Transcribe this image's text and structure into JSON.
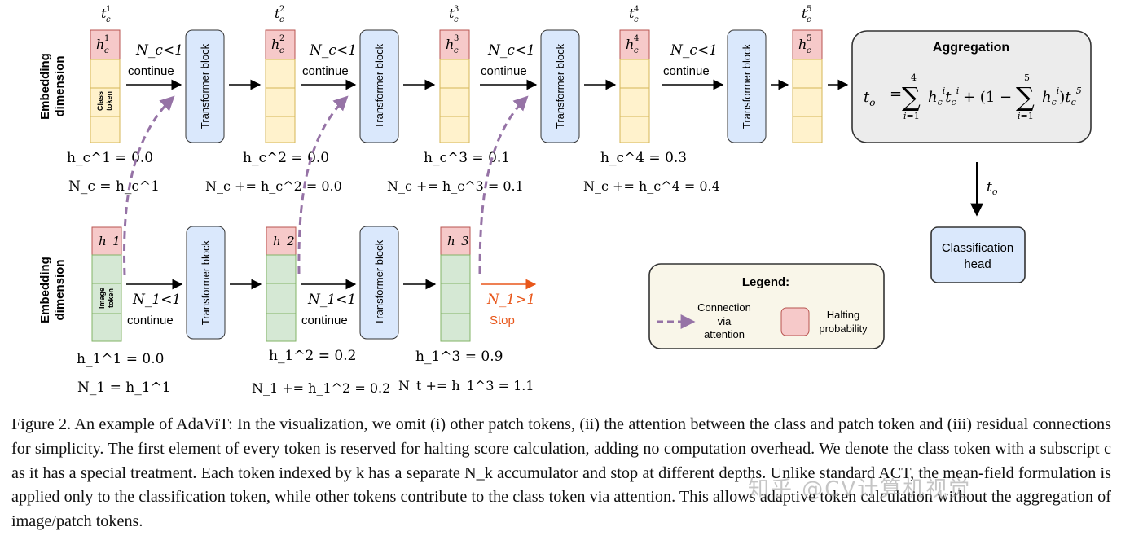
{
  "side_labels": {
    "embedding_dimension": [
      "Embedding",
      "dimension"
    ]
  },
  "class_row": {
    "tokens": [
      {
        "t": "t",
        "sup": "1",
        "sub": "c",
        "h_base": "h",
        "h_sub": "c",
        "h_sup": "1"
      },
      {
        "t": "t",
        "sup": "2",
        "sub": "c",
        "h_base": "h",
        "h_sub": "c",
        "h_sup": "2"
      },
      {
        "t": "t",
        "sup": "3",
        "sub": "c",
        "h_base": "h",
        "h_sub": "c",
        "h_sup": "3"
      },
      {
        "t": "t",
        "sup": "4",
        "sub": "c",
        "h_base": "h",
        "h_sub": "c",
        "h_sup": "4"
      },
      {
        "t": "t",
        "sup": "5",
        "sub": "c",
        "h_base": "h",
        "h_sub": "c",
        "h_sup": "5"
      }
    ],
    "token_label": [
      "Class",
      "token"
    ],
    "conditions": [
      "N_c<1",
      "N_c<1",
      "N_c<1",
      "N_c<1"
    ],
    "continue_label": "continue",
    "block_label": "Transformer block",
    "halting_values": [
      "h_c^1 = 0.0",
      "h_c^2 = 0.0",
      "h_c^3 = 0.1",
      "h_c^4 = 0.3"
    ],
    "accumulators": [
      "N_c = h_c^1",
      "N_c += h_c^2 = 0.0",
      "N_c += h_c^3 = 0.1",
      "N_c += h_c^4 = 0.4"
    ]
  },
  "image_row": {
    "halting_labels": [
      "h_1",
      "h_2",
      "h_3"
    ],
    "token_label": [
      "Image",
      "token"
    ],
    "conditions": [
      "N_1<1",
      "N_1<1"
    ],
    "continue_label": "continue",
    "stop_condition": "N_1>1",
    "stop_label": "Stop",
    "halting_values": [
      "h_1^1 = 0.0",
      "h_1^2 = 0.2",
      "h_1^3 = 0.9"
    ],
    "accumulators": [
      "N_1 = h_1^1",
      "N_1 += h_1^2 = 0.2",
      "N_t += h_1^3 = 1.1"
    ]
  },
  "aggregation": {
    "title": "Aggregation",
    "formula": "t_o = Σ_{i=1}^{4} h_c^i t_c^i + (1 − Σ_{i=1}^{5} h_c^i) t_c^5",
    "output_label": "t_o"
  },
  "classification_head": [
    "Classification",
    "head"
  ],
  "legend": {
    "title": "Legend:",
    "connection_label": [
      "Connection",
      "via",
      "attention"
    ],
    "halting_label": [
      "Halting",
      "probability"
    ]
  },
  "colors": {
    "pink": "#f6c9c9",
    "pink_border": "#b85450",
    "yellow": "#fff2cc",
    "yellow_border": "#d6b656",
    "green": "#d5e8d4",
    "green_border": "#82b366",
    "blue": "#dae8fc",
    "blue_border": "#6c8ebf",
    "purple": "#9673a6",
    "orange": "#e8571b",
    "agg_fill": "#ececec",
    "legend_fill": "#f9f6e9"
  },
  "caption": "Figure 2. An example of AdaViT: In the visualization, we omit (i) other patch tokens, (ii) the attention between the class and patch token and (iii) residual connections for simplicity. The first element of every token is reserved for halting score calculation, adding no computation overhead. We denote the class token with a subscript c as it has a special treatment. Each token indexed by k has a separate N_k accumulator and stop at different depths. Unlike standard ACT, the mean-field formulation is applied only to the classification token, while other tokens contribute to the class token via attention. This allows adaptive token calculation without the aggregation of image/patch tokens.",
  "watermark": "知乎 @CV计算机视觉"
}
